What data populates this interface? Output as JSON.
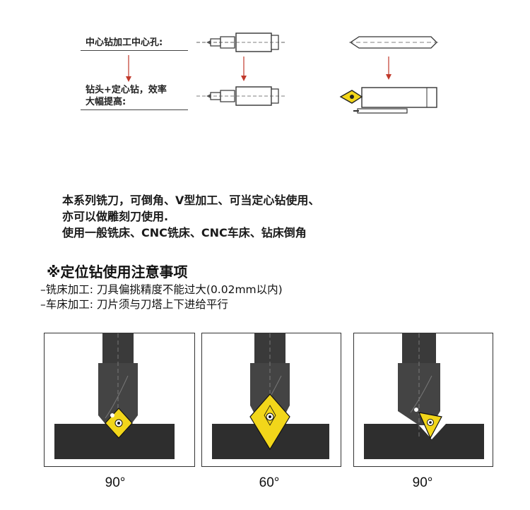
{
  "top_labels": {
    "row1": "中心钻加工中心孔:",
    "row2_line1": "钻头+定心钻，效率",
    "row2_line2": "大幅提高:"
  },
  "description": {
    "line1": "本系列铣刀，可倒角、V型加工、可当定心钻使用、",
    "line2": "亦可以做雕刻刀使用.",
    "line3": "使用一般铣床、CNC铣床、CNC车床、钻床倒角"
  },
  "notes": {
    "title": "※定位钻使用注意事项",
    "milling": "–铣床加工: 刀具偏挑精度不能过大(0.02mm以内)",
    "lathe": "–车床加工: 刀片须与刀塔上下进给平行"
  },
  "panels": [
    {
      "angle": "90°"
    },
    {
      "angle": "60°"
    },
    {
      "angle": "90°"
    }
  ],
  "colors": {
    "insert_yellow": "#f2d61a",
    "workpiece": "#2e2e2e",
    "tool_body": "#3a3a3a",
    "arrow_red": "#c0392b"
  }
}
